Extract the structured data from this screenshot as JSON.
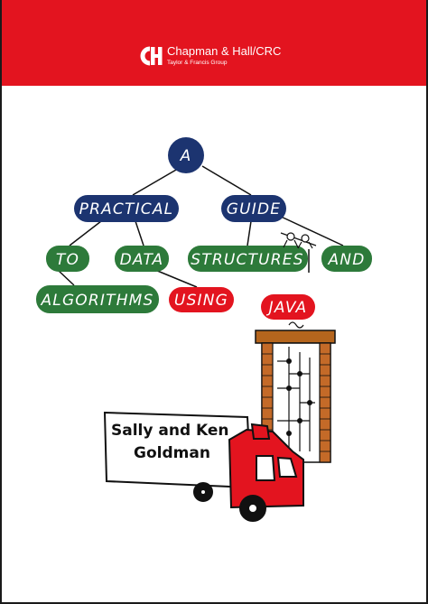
{
  "publisher": {
    "name": "Chapman & Hall/CRC",
    "subtitle": "Taylor & Francis Group",
    "logo_icon": "ch-monogram-icon"
  },
  "title_words": {
    "a": "A",
    "practical": "PRACTICAL",
    "guide": "GUIDE",
    "to": "TO",
    "data": "DATA",
    "structures": "STRUCTURES",
    "and": "AND",
    "algorithms": "ALGORITHMS",
    "using": "USING",
    "java": "JAVA"
  },
  "authors": {
    "line1": "Sally and Ken",
    "line2": "Goldman"
  },
  "colors": {
    "band": "#e3141f",
    "navy": "#1c3470",
    "green": "#2d7a3a",
    "red": "#e3141f"
  }
}
